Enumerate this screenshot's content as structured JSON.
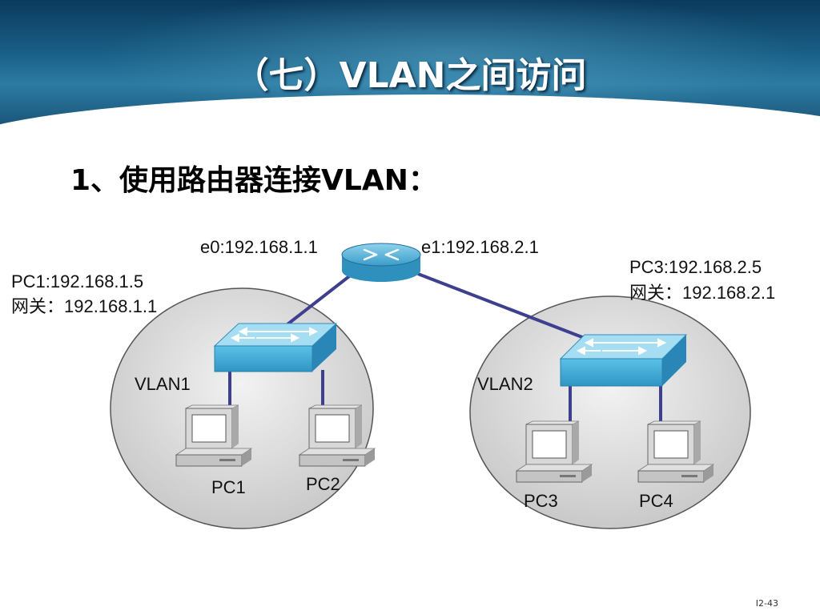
{
  "slide": {
    "title": "（七）VLAN之间访问",
    "subtitle": "1、使用路由器连接VLAN：",
    "page_number": "I2-43"
  },
  "router": {
    "e0_label": "e0:192.168.1.1",
    "e1_label": "e1:192.168.2.1"
  },
  "vlan1": {
    "name": "VLAN1",
    "pc1_info_line1": "PC1:192.168.1.5",
    "pc1_info_line2": "网关：192.168.1.1",
    "pcs": [
      "PC1",
      "PC2"
    ]
  },
  "vlan2": {
    "name": "VLAN2",
    "pc3_info_line1": "PC3:192.168.2.5",
    "pc3_info_line2": "网关：192.168.2.1",
    "pcs": [
      "PC3",
      "PC4"
    ]
  },
  "colors": {
    "header_dark": "#0b3a5c",
    "header_light": "#2c7ba3",
    "link": "#3f3f8f",
    "switch": "#4fb6dc",
    "cloud": "#d9d9d9"
  }
}
